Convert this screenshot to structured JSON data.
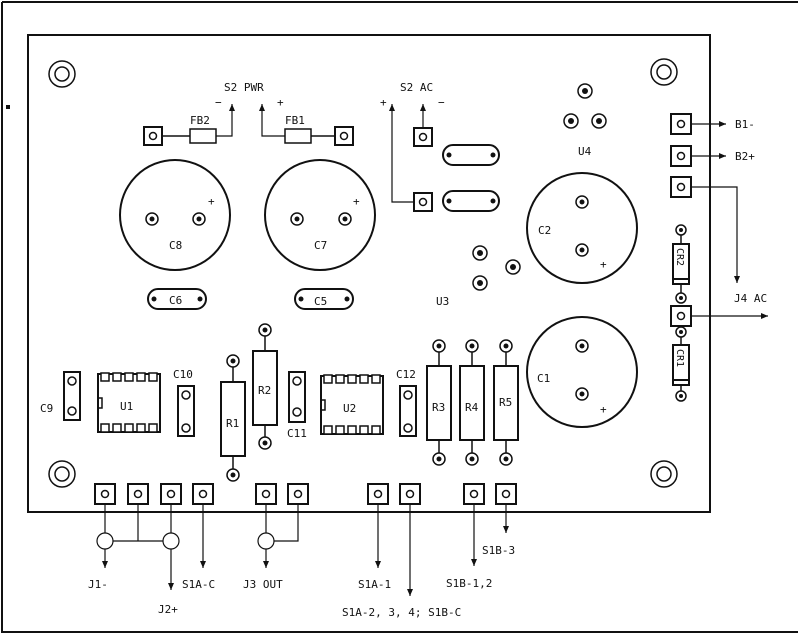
{
  "board": {
    "labels": {
      "s2_pwr": "S2 PWR",
      "s2_ac": "S2 AC",
      "fb1": "FB1",
      "fb2": "FB2",
      "c8": "C8",
      "c7": "C7",
      "c6": "C6",
      "c5": "C5",
      "c2": "C2",
      "c1": "C1",
      "u4": "U4",
      "u3": "U3",
      "u1": "U1",
      "u2": "U2",
      "c9": "C9",
      "c10": "C10",
      "c11": "C11",
      "c12": "C12",
      "r1": "R1",
      "r2": "R2",
      "r3": "R3",
      "r4": "R4",
      "r5": "R5",
      "cr1": "CR1",
      "cr2": "CR2",
      "b1_minus": "B1-",
      "b2_plus": "B2+",
      "j4_ac": "J4 AC",
      "j1_minus": "J1-",
      "j2_plus": "J2+",
      "s1a_c": "S1A-C",
      "j3_out": "J3 OUT",
      "s1a_1": "S1A-1",
      "s1a_2_3_4_s1b_c": "S1A-2, 3, 4; S1B-C",
      "s1b_12": "S1B-1,2",
      "s1b_3": "S1B-3"
    },
    "polarity": {
      "plus": "+",
      "minus": "−"
    }
  }
}
